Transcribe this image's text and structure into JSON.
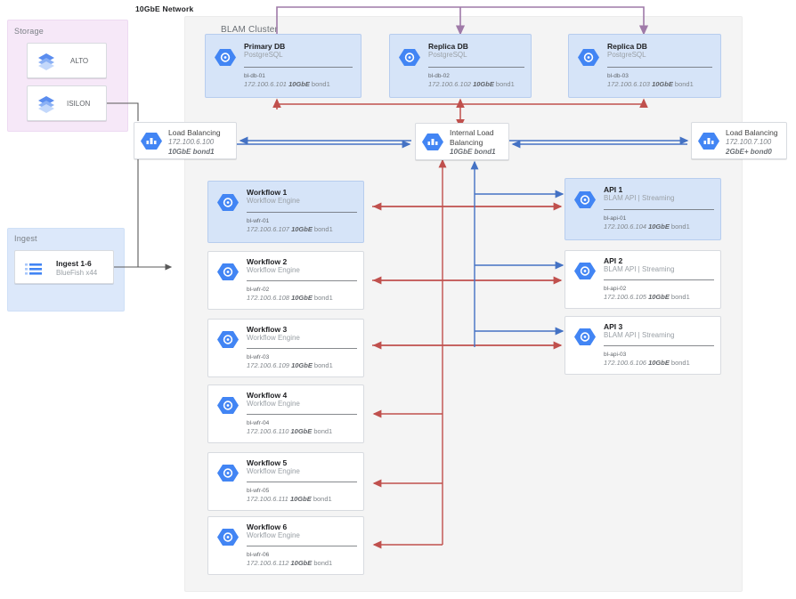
{
  "diagram": {
    "title": "10GbE Network",
    "colors": {
      "db_fill": "#d6e4f8",
      "storage_group": "#f6e8f8",
      "ingest_group": "#dce8fa",
      "cluster_group": "#f4f4f4",
      "edge_red": "#c0504d",
      "edge_blue": "#4472c4",
      "edge_purple": "#9f7aa8",
      "edge_gray": "#595959",
      "icon_blue": "#4285f4"
    }
  },
  "groups": {
    "storage": {
      "label": "Storage"
    },
    "ingest": {
      "label": "Ingest"
    },
    "cluster": {
      "label": "BLAM Cluster"
    }
  },
  "storage_nodes": [
    {
      "label": "ALTO",
      "icon": "storage-stack-icon"
    },
    {
      "label": "ISILON",
      "icon": "storage-stack-icon"
    }
  ],
  "ingest_nodes": [
    {
      "title": "Ingest 1-6",
      "subtitle": "BlueFish x44",
      "icon": "ingest-list-icon"
    }
  ],
  "load_balancers": [
    {
      "id": "lb-left",
      "name": "Load Balancing",
      "address": "172.100.6.100",
      "link": "10GbE bond1",
      "icon": "load-balancer-icon"
    },
    {
      "id": "lb-internal",
      "name": "Internal Load Balancing",
      "name_line1": "Internal Load",
      "name_line2": "Balancing",
      "address": "",
      "link": "10GbE bond1",
      "icon": "load-balancer-icon"
    },
    {
      "id": "lb-right",
      "name": "Load Balancing",
      "address": "172.100.7.100",
      "link": "2GbE+ bond0",
      "icon": "load-balancer-icon"
    }
  ],
  "databases": [
    {
      "title": "Primary DB",
      "subtitle": "PostgreSQL",
      "host": "bl-db-01",
      "address": "172.100.6.101",
      "link_speed": "10GbE",
      "link_iface": "bond1",
      "icon": "database-node-icon"
    },
    {
      "title": "Replica DB",
      "subtitle": "PostgreSQL",
      "host": "bl-db-02",
      "address": "172.100.6.102",
      "link_speed": "10GbE",
      "link_iface": "bond1",
      "icon": "database-node-icon"
    },
    {
      "title": "Replica DB",
      "subtitle": "PostgreSQL",
      "host": "bl-db-03",
      "address": "172.100.6.103",
      "link_speed": "10GbE",
      "link_iface": "bond1",
      "icon": "database-node-icon"
    }
  ],
  "workflows": [
    {
      "title": "Workflow 1",
      "subtitle": "Workflow Engine",
      "host": "bl-wfr-01",
      "address": "172.100.6.107",
      "link_speed": "10GbE",
      "link_iface": "bond1",
      "icon": "workflow-node-icon",
      "highlighted": true
    },
    {
      "title": "Workflow 2",
      "subtitle": "Workflow Engine",
      "host": "bl-wfr-02",
      "address": "172.100.6.108",
      "link_speed": "10GbE",
      "link_iface": "bond1",
      "icon": "workflow-node-icon",
      "highlighted": false
    },
    {
      "title": "Workflow 3",
      "subtitle": "Workflow Engine",
      "host": "bl-wfr-03",
      "address": "172.100.6.109",
      "link_speed": "10GbE",
      "link_iface": "bond1",
      "icon": "workflow-node-icon",
      "highlighted": false
    },
    {
      "title": "Workflow 4",
      "subtitle": "Workflow Engine",
      "host": "bl-wfr-04",
      "address": "172.100.6.110",
      "link_speed": "10GbE",
      "link_iface": "bond1",
      "icon": "workflow-node-icon",
      "highlighted": false
    },
    {
      "title": "Workflow 5",
      "subtitle": "Workflow Engine",
      "host": "bl-wfr-05",
      "address": "172.100.6.111",
      "link_speed": "10GbE",
      "link_iface": "bond1",
      "icon": "workflow-node-icon",
      "highlighted": false
    },
    {
      "title": "Workflow 6",
      "subtitle": "Workflow Engine",
      "host": "bl-wfr-06",
      "address": "172.100.6.112",
      "link_speed": "10GbE",
      "link_iface": "bond1",
      "icon": "workflow-node-icon",
      "highlighted": false
    }
  ],
  "apis": [
    {
      "title": "API 1",
      "subtitle": "BLAM API | Streaming",
      "host": "bl-api-01",
      "address": "172.100.6.104",
      "link_speed": "10GbE",
      "link_iface": "bond1",
      "icon": "api-node-icon",
      "highlighted": true
    },
    {
      "title": "API 2",
      "subtitle": "BLAM API | Streaming",
      "host": "bl-api-02",
      "address": "172.100.6.105",
      "link_speed": "10GbE",
      "link_iface": "bond1",
      "icon": "api-node-icon",
      "highlighted": false
    },
    {
      "title": "API 3",
      "subtitle": "BLAM API | Streaming",
      "host": "bl-api-03",
      "address": "172.100.6.106",
      "link_speed": "10GbE",
      "link_iface": "bond1",
      "icon": "api-node-icon",
      "highlighted": false
    }
  ]
}
